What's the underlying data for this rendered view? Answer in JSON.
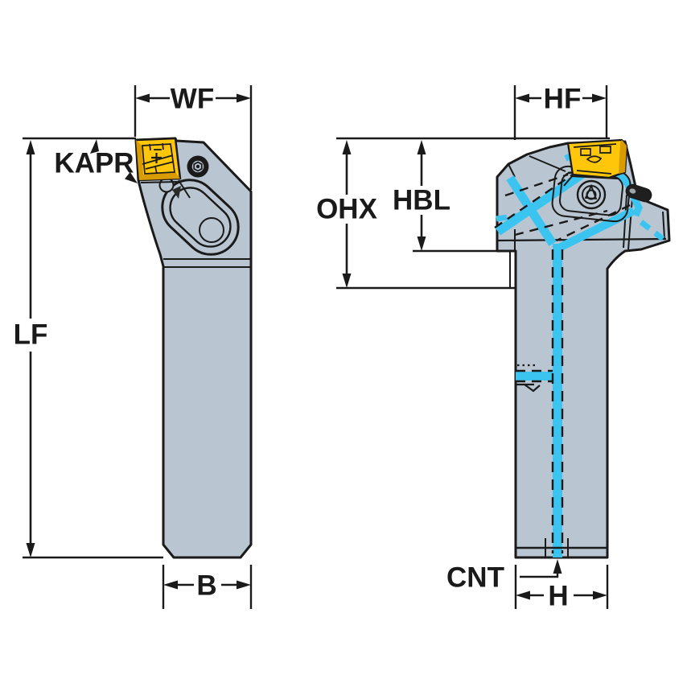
{
  "drawing": {
    "type": "technical-dimension-drawing",
    "subject": "lathe turning tool holder shown in two orthographic views with coolant channels",
    "views": {
      "left_view": "front view of tool holder with insert, insert screw and clamp slot",
      "right_view": "side view of tool holder with internal coolant channels"
    },
    "labels": {
      "wf": "WF",
      "kapr": "KAPR",
      "lf": "LF",
      "b": "B",
      "hf": "HF",
      "ohx": "OHX",
      "hbl": "HBL",
      "cnt": "CNT",
      "h": "H"
    },
    "colors": {
      "body": "#b9c6d1",
      "body_shade": "#aebfca",
      "insert": "#ffc60a",
      "insert_shade": "#d89c00",
      "coolant": "#3cc4f0",
      "line": "#1a1a1a",
      "background": "#ffffff"
    }
  }
}
